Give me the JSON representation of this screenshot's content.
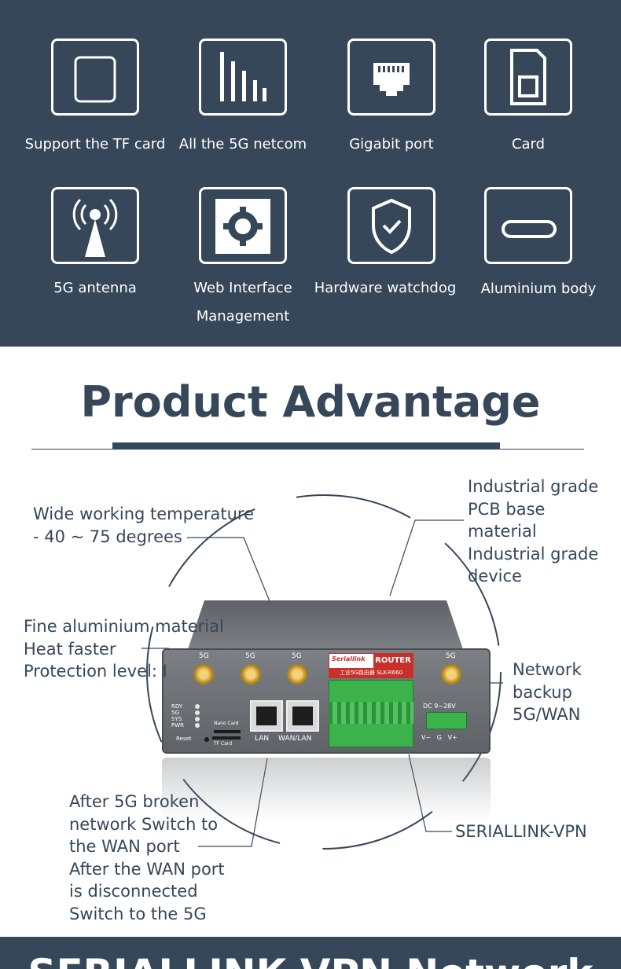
{
  "features": [
    {
      "label": "Support the TF card",
      "icon": "tf-card-icon"
    },
    {
      "label": "All the 5G netcom",
      "icon": "signal-bars-icon"
    },
    {
      "label": "Gigabit port",
      "icon": "ethernet-port-icon"
    },
    {
      "label": "Card",
      "icon": "sim-card-icon"
    },
    {
      "label": "5G antenna",
      "icon": "antenna-icon"
    },
    {
      "label": "Web Interface",
      "label2": "Management",
      "icon": "gear-icon"
    },
    {
      "label": "Hardware watchdog",
      "icon": "shield-check-icon"
    },
    {
      "label": "Aluminium body",
      "icon": "usb-c-icon"
    }
  ],
  "heading": "Product Advantage",
  "annotations": {
    "temperature": [
      "Wide working temperature",
      "- 40 ~ 75 degrees"
    ],
    "pcb": [
      "Industrial grade",
      "PCB base",
      "material",
      "Industrial grade",
      "device"
    ],
    "aluminium": [
      "Fine aluminium material",
      "Heat faster",
      "Protection level: I"
    ],
    "backup": [
      "Network",
      "backup",
      "5G/WAN"
    ],
    "switch": [
      "After 5G broken",
      "network Switch to",
      "the WAN port",
      "After the WAN port",
      "is disconnected",
      "Switch to the 5G"
    ],
    "vpn": "SERIALLINK-VPN"
  },
  "device": {
    "antenna_labels": [
      "5G",
      "5G",
      "5G",
      "5G"
    ],
    "brand_logo": "Seriallink",
    "brand_router": "ROUTER",
    "brand_model": "工业5G路由器 SLK-R660",
    "leds": [
      "RDY",
      "5G",
      "SYS",
      "PWR"
    ],
    "nano_card": "Nano Card",
    "tf_card": "TF Card",
    "reset": "Reset",
    "port_lan": "LAN",
    "port_wan": "WAN/LAN",
    "dc": "DC 9~28V",
    "dc_pins": "V−   G   V+"
  },
  "footer_title": "SERIALLINK VPN Network",
  "colors": {
    "band": "#36475a",
    "text": "#36475a",
    "terminal": "#3bb34a",
    "brand": "#c8302a"
  }
}
